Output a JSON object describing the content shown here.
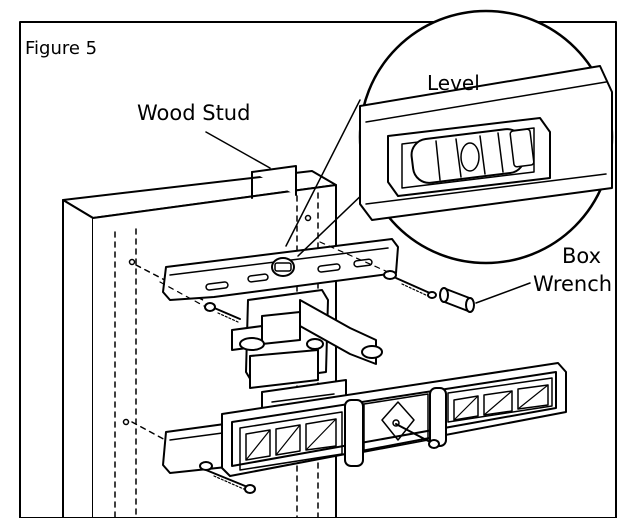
{
  "figure": {
    "label": "Figure 5"
  },
  "callouts": {
    "wood_stud": "Wood Stud",
    "level": "Level",
    "box_wrench_line1": "Box",
    "box_wrench_line2": "Wrench"
  },
  "colors": {
    "line": "#000000",
    "background": "#ffffff",
    "fill": "#ffffff"
  }
}
